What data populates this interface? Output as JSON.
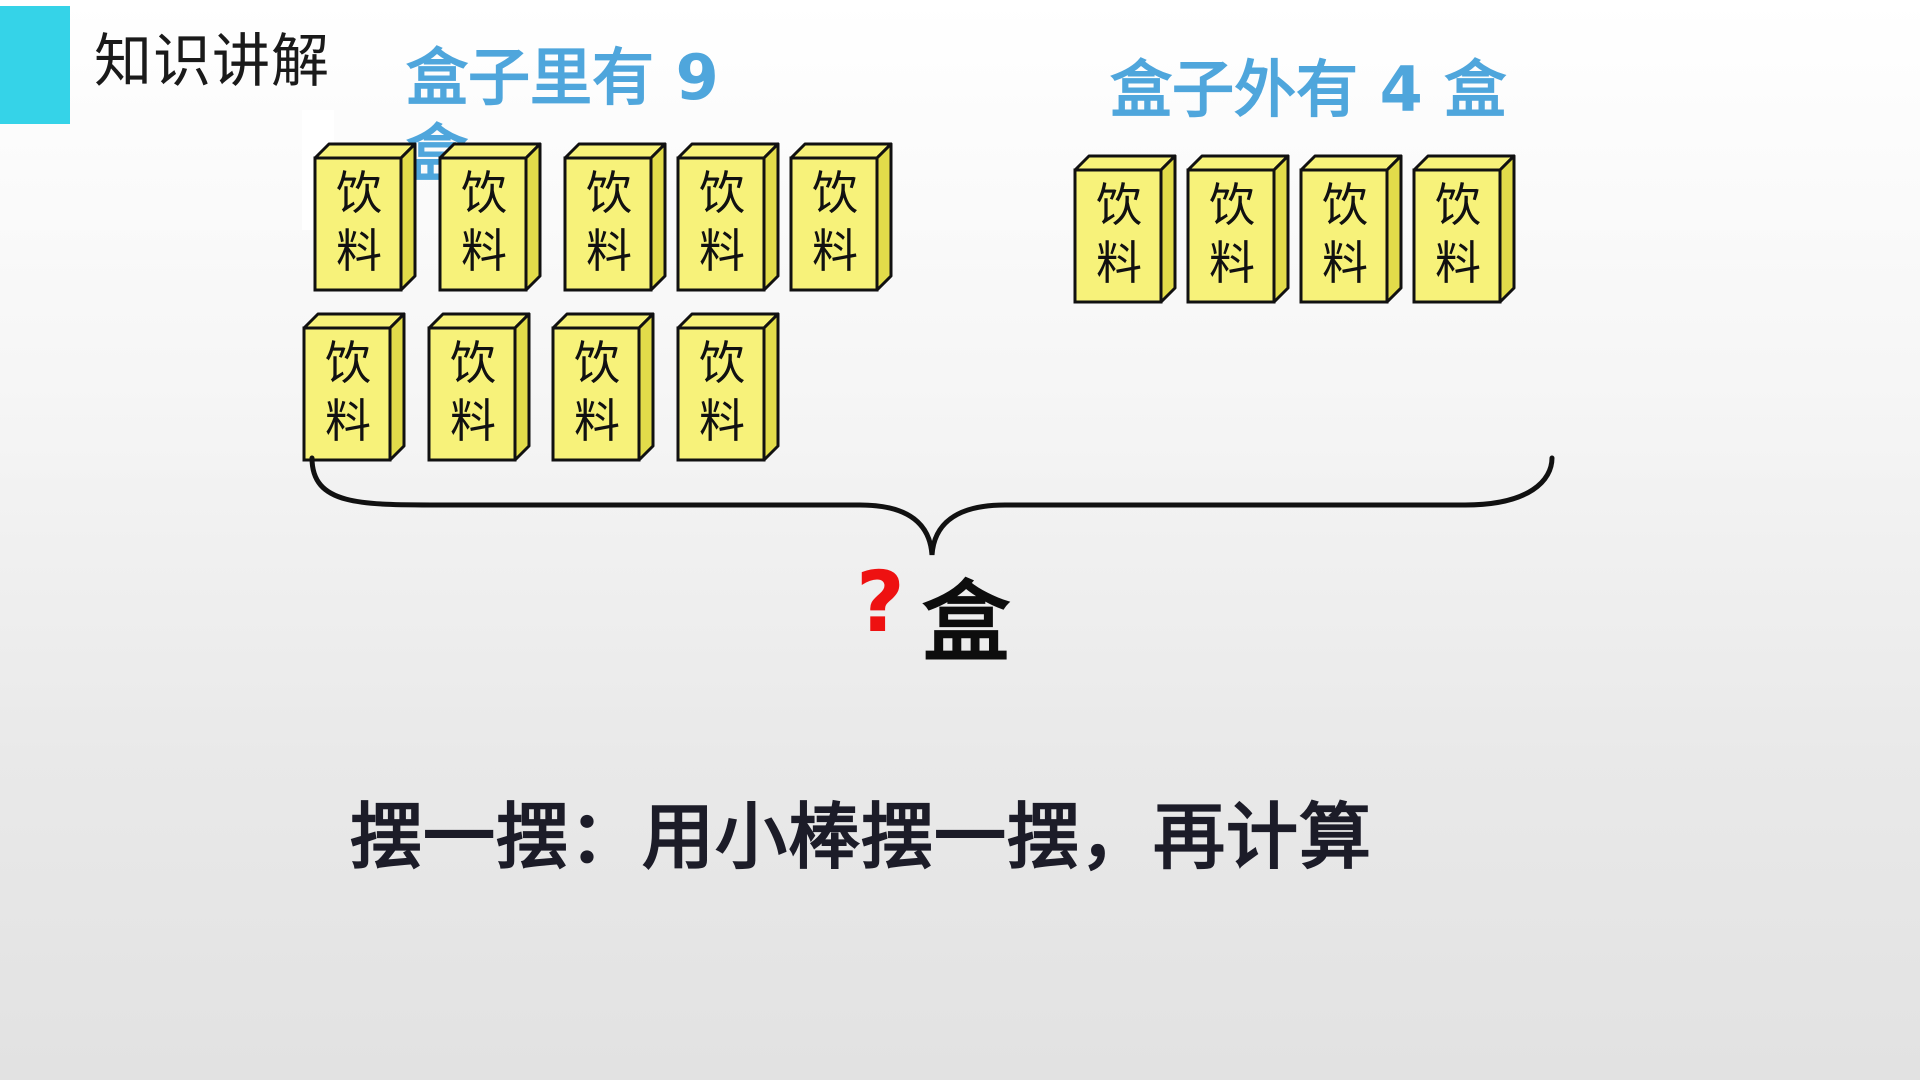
{
  "header": {
    "title": "知识讲解"
  },
  "groups": {
    "inside_label": "盒子里有 9 盒",
    "outside_label": "盒子外有 4 盒"
  },
  "drink_box": {
    "line1": "饮",
    "line2": "料"
  },
  "question": {
    "mark": "?",
    "unit": "盒"
  },
  "instruction": "摆一摆：用小棒摆一摆，再计算",
  "colors": {
    "accent": "#35d3e8",
    "label_blue": "#4fa6dc",
    "box_yellow": "#f7f27a",
    "box_side": "#e2dc4a",
    "question_red": "#ee1111"
  }
}
